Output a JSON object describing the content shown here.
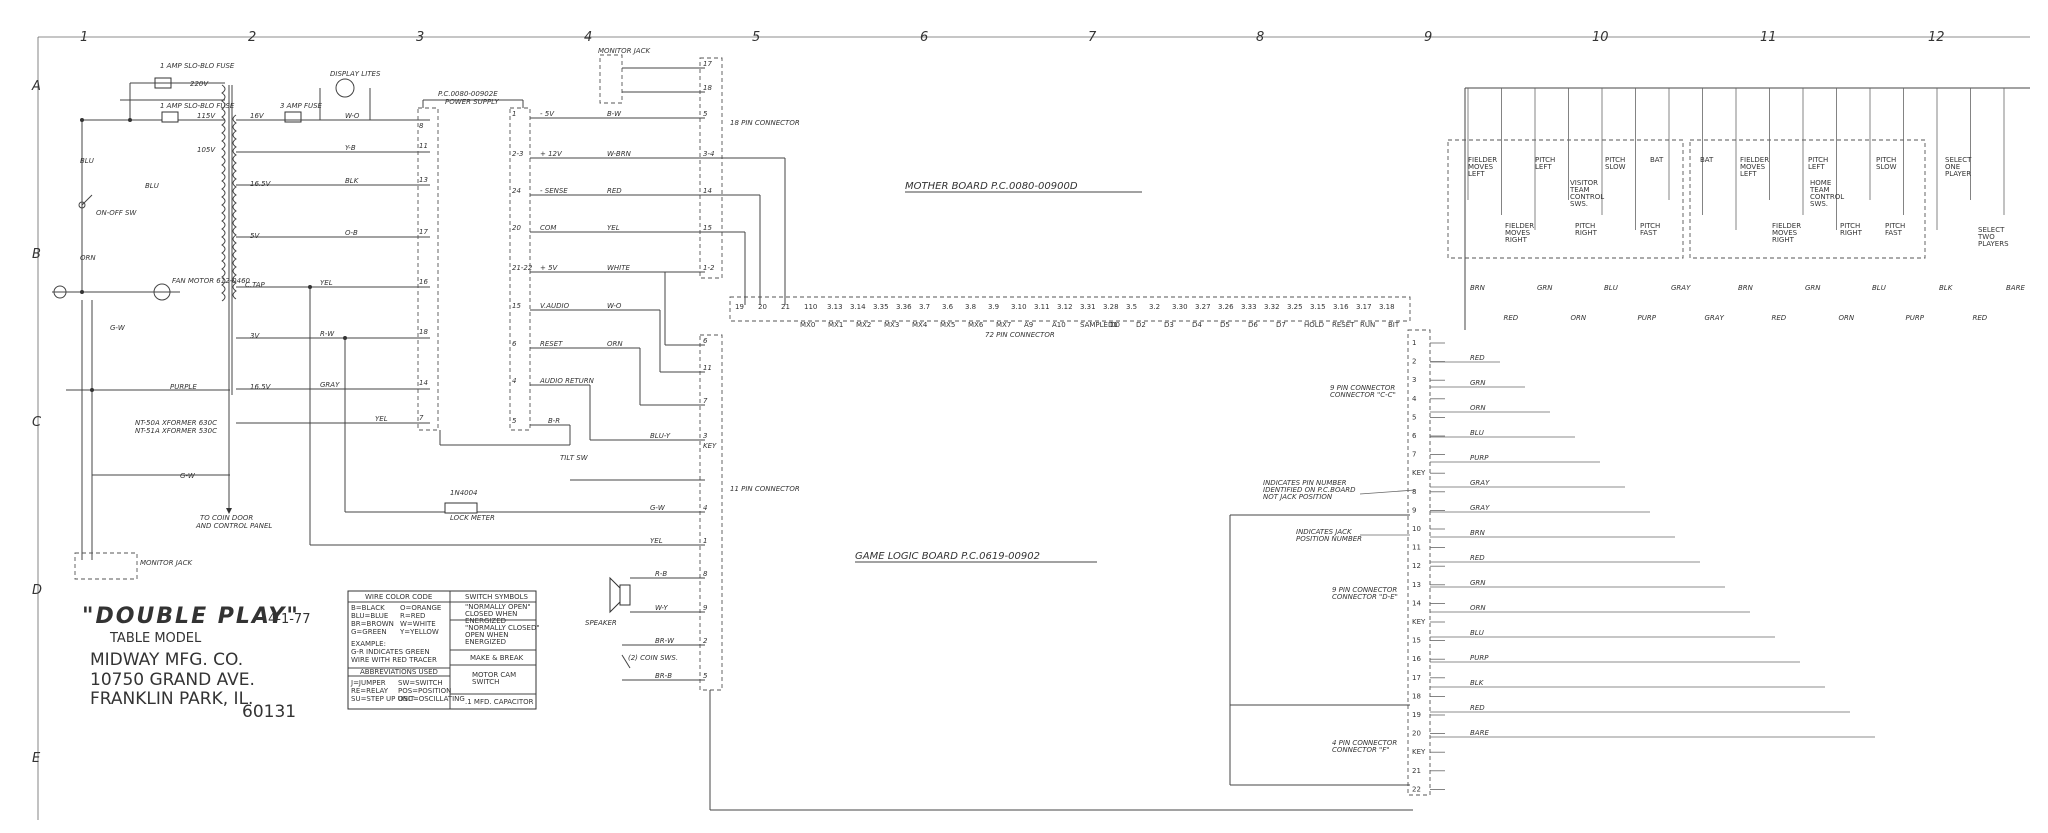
{
  "grid": {
    "columns": [
      "1",
      "2",
      "3",
      "4",
      "5",
      "6",
      "7",
      "8",
      "9",
      "10",
      "11",
      "12"
    ],
    "rows": [
      "A",
      "B",
      "C",
      "D",
      "E"
    ]
  },
  "title_block": {
    "title": "\"DOUBLE PLAY\"",
    "date": "4-1-77",
    "model": "TABLE MODEL",
    "company": "MIDWAY MFG. CO.",
    "address": "10750 GRAND AVE.",
    "city": "FRANKLIN PARK, IL.",
    "zip": "60131"
  },
  "boards": {
    "mother": "MOTHER BOARD P.C.0080-00900D",
    "logic": "GAME LOGIC BOARD P.C.0619-00902",
    "power": "P.C.0080-00902E",
    "power_sub": "POWER SUPPLY"
  },
  "connectors": {
    "c18": "18 PIN CONNECTOR",
    "c72": "72 PIN CONNECTOR",
    "c11": "11 PIN CONNECTOR",
    "c9c": "9 PIN CONNECTOR",
    "c9c_sub": "CONNECTOR \"C-C\"",
    "c9d": "9 PIN CONNECTOR",
    "c9d_sub": "CONNECTOR \"D-E\"",
    "c4": "4 PIN CONNECTOR",
    "c4_sub": "CONNECTOR \"F\""
  },
  "notes": {
    "pin1": "INDICATES PIN NUMBER",
    "pin2": "IDENTIFIED ON P.C.BOARD",
    "pin3": "NOT JACK POSITION",
    "jack1": "INDICATES JACK",
    "jack2": "POSITION NUMBER"
  },
  "primary": {
    "fuse1": "1 AMP SLO-BLO FUSE",
    "fuse2": "1 AMP SLO-BLO FUSE",
    "fuse3": "3 AMP FUSE",
    "display": "DISPLAY LITES",
    "onoff": "ON-OFF SW",
    "fan": "FAN MOTOR 612-0460",
    "xformer1": "NT-50A XFORMER 630C",
    "xformer2": "NT-51A XFORMER 530C",
    "coin": "TO COIN DOOR",
    "coin2": "AND CONTROL PANEL",
    "monitor": "MONITOR JACK",
    "monitor_jack": "MONITOR JACK",
    "v220": "220V",
    "v115": "115V",
    "v105": "105V",
    "v16a": "16V",
    "v16b": "16.5V",
    "v5": "5V",
    "ctap": "C.TAP",
    "v3": "3V",
    "v165": "16.5V",
    "purple": "PURPLE",
    "meter": "LOCK METER",
    "diode": "1N4004",
    "speaker": "SPEAKER",
    "coinsw": "(2) COIN SWS.",
    "tilt": "TILT SW"
  },
  "wire_labels_left": [
    "BLU",
    "BLU",
    "ORN",
    "G-W",
    "G-W",
    "W-O",
    "Y-B",
    "BLK",
    "O-B",
    "YEL",
    "R-W",
    "GRAY",
    "YEL"
  ],
  "psu_lines": [
    {
      "pin": "1",
      "sig": "- 5V",
      "wire": "B-W"
    },
    {
      "pin": "2-3",
      "sig": "+ 12V",
      "wire": "W-BRN"
    },
    {
      "pin": "24",
      "sig": "- SENSE",
      "wire": "RED"
    },
    {
      "pin": "20",
      "sig": "COM",
      "wire": "YEL"
    },
    {
      "pin": "21-22",
      "sig": "+ 5V",
      "wire": "WHITE"
    },
    {
      "pin": "15",
      "sig": "V.AUDIO",
      "wire": "W-O"
    },
    {
      "pin": "6",
      "sig": "RESET",
      "wire": "ORN"
    },
    {
      "pin": "4",
      "sig": "AUDIO RETURN",
      "wire": ""
    },
    {
      "pin": "5",
      "sig": "",
      "wire": "B-R"
    }
  ],
  "psu_in_pins": [
    "8",
    "11",
    "13",
    "17",
    "16",
    "18",
    "14",
    "7"
  ],
  "c18_pins": [
    "17",
    "18",
    "5",
    "3-4",
    "14",
    "15",
    "1-2"
  ],
  "c11_pins": [
    "6",
    "11",
    "7",
    "3",
    "KEY",
    "4",
    "1",
    "8",
    "9",
    "2",
    "5"
  ],
  "c11_wires": [
    "BLU-Y",
    "G-W",
    "YEL",
    "R-B",
    "W-Y",
    "BR-W",
    "BR-B"
  ],
  "c72_pins": [
    "19",
    "20",
    "21",
    "110",
    "3.13",
    "3.14",
    "3.35",
    "3.36",
    "3.7",
    "3.6",
    "3.8",
    "3.9",
    "3.10",
    "3.11",
    "3.12",
    "3.31",
    "3.28",
    "3.5",
    "3.2",
    "3.30",
    "3.27",
    "3.26",
    "3.33",
    "3.32",
    "3.25",
    "3.15",
    "3.16",
    "3.17",
    "3.18"
  ],
  "c72_sigs": [
    "MX0",
    "MX1",
    "MX2",
    "MX3",
    "MX4",
    "MX5",
    "MX6",
    "MX7",
    "A9",
    "A10",
    "SAMPLE D0",
    "D1",
    "D2",
    "D3",
    "D4",
    "D5",
    "D6",
    "D7",
    "HOLD",
    "RESET",
    "RUN",
    "BIT"
  ],
  "right_pins": [
    "1",
    "2",
    "3",
    "4",
    "5",
    "6",
    "7",
    "KEY",
    "8",
    "9",
    "10",
    "11",
    "12",
    "13",
    "14",
    "KEY",
    "15",
    "16",
    "17",
    "18",
    "19",
    "20",
    "KEY",
    "21",
    "22"
  ],
  "right_wires": [
    "RED",
    "GRN",
    "ORN",
    "BLU",
    "PURP",
    "GRAY",
    "GRAY",
    "BRN",
    "RED",
    "GRN",
    "ORN",
    "BLU",
    "PURP",
    "BLK",
    "RED",
    "BARE"
  ],
  "vert_wires": [
    "BRN",
    "RED",
    "GRN",
    "ORN",
    "BLU",
    "PURP",
    "GRAY",
    "GRAY",
    "BRN",
    "RED",
    "GRN",
    "ORN",
    "BLU",
    "PURP",
    "BLK",
    "RED",
    "BARE"
  ],
  "switches": {
    "visitor": [
      "FIELDER MOVES LEFT",
      "PITCH LEFT",
      "PITCH SLOW",
      "BAT",
      "FIELDER MOVES RIGHT",
      "PITCH RIGHT",
      "PITCH FAST"
    ],
    "visitor_label": "VISITOR TEAM CONTROL SWS.",
    "home": [
      "BAT",
      "FIELDER MOVES LEFT",
      "PITCH LEFT",
      "PITCH SLOW",
      "FIELDER MOVES RIGHT",
      "PITCH RIGHT",
      "PITCH FAST"
    ],
    "home_label": "HOME TEAM CONTROL SWS.",
    "select1": "SELECT ONE PLAYER",
    "select2": "SELECT TWO PLAYERS"
  },
  "legend": {
    "wire_head": "WIRE COLOR CODE",
    "wire_codes": [
      "B=BLACK",
      "O=ORANGE",
      "BLU=BLUE",
      "R=RED",
      "BR=BROWN",
      "W=WHITE",
      "G=GREEN",
      "Y=YELLOW"
    ],
    "example_head": "EXAMPLE:",
    "example": [
      "G-R INDICATES GREEN",
      "WIRE WITH RED TRACER"
    ],
    "abbr_head": "ABBREVIATIONS USED",
    "abbrs": [
      "J=JUMPER",
      "SW=SWITCH",
      "RE=RELAY",
      "POS=POSITION",
      "SU=STEP UP UNIT",
      "OSC=OSCILLATING"
    ],
    "sw_head": "SWITCH SYMBOLS",
    "sw1": [
      "\"NORMALLY OPEN\"",
      "CLOSED WHEN",
      "ENERGIZED"
    ],
    "sw2": [
      "\"NORMALLY CLOSED\"",
      "OPEN WHEN",
      "ENERGIZED"
    ],
    "sw3": "MAKE & BREAK",
    "sw4": [
      "MOTOR CAM",
      "SWITCH"
    ],
    "sw5": ".1 MFD. CAPACITOR"
  }
}
